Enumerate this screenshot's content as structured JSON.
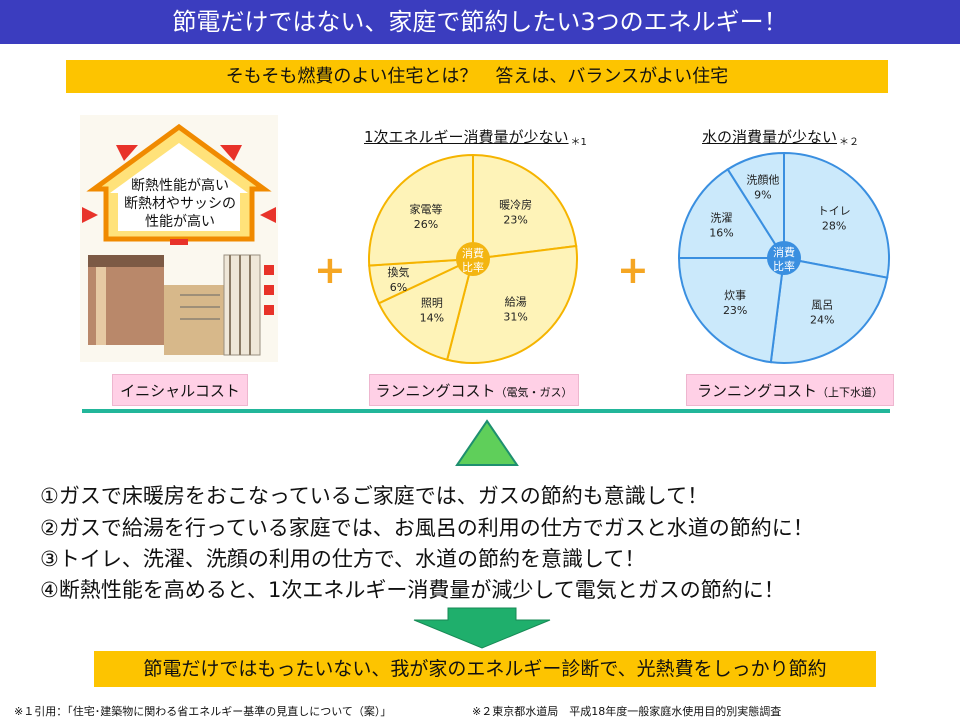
{
  "title": "節電だけではない、家庭で節約したい3つのエネルギー！",
  "subtitle": "そもそも燃費のよい住宅とは？　答えは、バランスがよい住宅",
  "house": {
    "callout_line1": "断熱性能が高い",
    "callout_line2": "断熱材やサッシの",
    "callout_line3": "性能が高い",
    "cost_label": "イニシャルコスト"
  },
  "energy": {
    "heading": "1次エネルギー消費量が少ない",
    "note_mark": "＊1",
    "center_line1": "消費",
    "center_line2": "比率",
    "cost_label": "ランニングコスト",
    "cost_label_note": "（電気・ガス）"
  },
  "water": {
    "heading": "水の消費量が少ない",
    "note_mark": "＊２",
    "center_line1": "消費",
    "center_line2": "比率",
    "cost_label": "ランニングコスト",
    "cost_label_note": "（上下水道）"
  },
  "plus_sign": "+",
  "messages": [
    "①ガスで床暖房をおこなっているご家庭では、ガスの節約も意識して！",
    "②ガスで給湯を行っている家庭では、お風呂の利用の仕方でガスと水道の節約に！",
    "③トイレ、洗濯、洗顔の利用の仕方で、水道の節約を意識して！",
    "④断熱性能を高めると、1次エネルギー消費量が減少して電気とガスの節約に！"
  ],
  "conclusion": "節電だけではもったいない、我が家のエネルギー診断で、光熱費をしっかり節約",
  "footnote1": "※１引用：「住宅･建築物に関わる省エネルギー基準の見直しについて（案）」",
  "footnote2": "※２東京都水道局　平成18年度一般家庭水使用目的別実態調査",
  "colors": {
    "title_bg": "#3b3dbf",
    "highlight": "#fdc400",
    "energy_pie": "#fef3b8",
    "energy_edge": "#f5b400",
    "water_pie": "#cbe9fb",
    "water_edge": "#3a8fe0",
    "divider": "#22b69a",
    "label_pink": "#ffd0e6"
  },
  "chart_data": [
    {
      "type": "pie",
      "title": "1次エネルギー消費量が少ない",
      "center_label": "消費比率",
      "slices": [
        {
          "label": "暖冷房",
          "value": 23
        },
        {
          "label": "給湯",
          "value": 31
        },
        {
          "label": "照明",
          "value": 14
        },
        {
          "label": "換気",
          "value": 6
        },
        {
          "label": "家電等",
          "value": 26
        }
      ],
      "unit": "%"
    },
    {
      "type": "pie",
      "title": "水の消費量が少ない",
      "center_label": "消費比率",
      "slices": [
        {
          "label": "トイレ",
          "value": 28
        },
        {
          "label": "風呂",
          "value": 24
        },
        {
          "label": "炊事",
          "value": 23
        },
        {
          "label": "洗濯",
          "value": 16
        },
        {
          "label": "洗顔他",
          "value": 9
        }
      ],
      "unit": "%"
    }
  ]
}
